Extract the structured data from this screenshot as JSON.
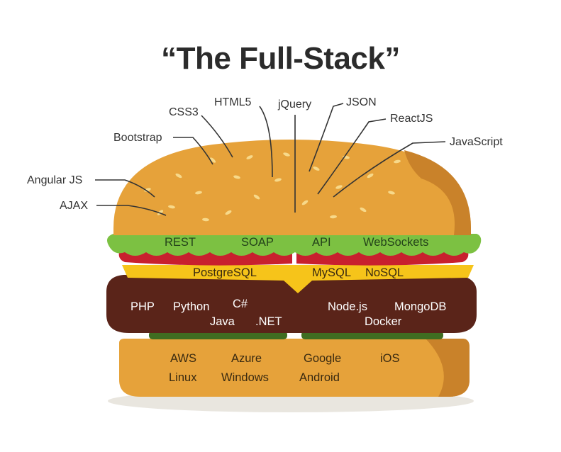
{
  "title": "“The Full-Stack”",
  "callouts": {
    "html5": "HTML5",
    "css3": "CSS3",
    "jquery": "jQuery",
    "json": "JSON",
    "reactjs": "ReactJS",
    "bootstrap": "Bootstrap",
    "javascript": "JavaScript",
    "angularjs": "Angular JS",
    "ajax": "AJAX"
  },
  "lettuce": {
    "rest": "REST",
    "soap": "SOAP",
    "api": "API",
    "websockets": "WebSockets"
  },
  "cheese": {
    "postgresql": "PostgreSQL",
    "mysql": "MySQL",
    "nosql": "NoSQL"
  },
  "patty": {
    "php": "PHP",
    "python": "Python",
    "csharp": "C#",
    "java": "Java",
    "dotnet": ".NET",
    "nodejs": "Node.js",
    "mongodb": "MongoDB",
    "docker": "Docker"
  },
  "bottom_bun": {
    "aws": "AWS",
    "azure": "Azure",
    "google": "Google",
    "ios": "iOS",
    "linux": "Linux",
    "windows": "Windows",
    "android": "Android"
  },
  "colors": {
    "bun": "#e6a23a",
    "bun_shadow": "#c9822a",
    "lettuce": "#7cc142",
    "tomato": "#c8202e",
    "cheese": "#f6c41a",
    "patty": "#5a2419",
    "pickle": "#3f6d21"
  }
}
